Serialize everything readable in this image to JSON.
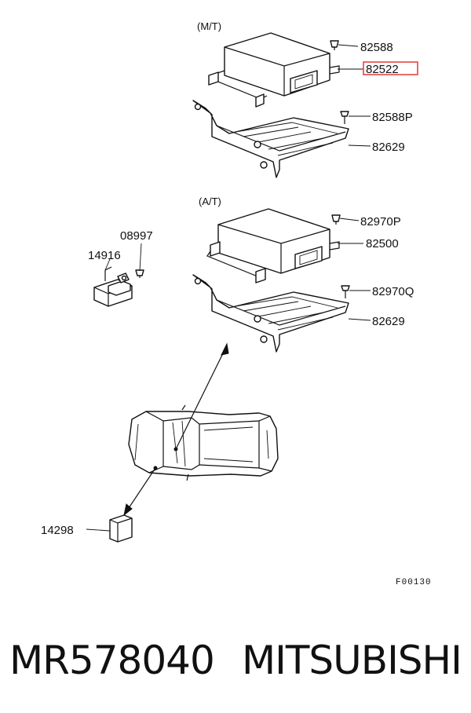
{
  "sections": {
    "manual": "(M/T)",
    "automatic": "(A/T)"
  },
  "callouts": {
    "mt_bolt": "82588",
    "mt_ecu": "82522",
    "mt_screw": "82588P",
    "mt_bracket": "82629",
    "at_bolt": "82970P",
    "at_ecu": "82500",
    "at_screw": "82970Q",
    "at_bracket": "82629",
    "relay_bolt": "08997",
    "relay": "14916",
    "small_relay": "14298"
  },
  "highlight_color": "#e53935",
  "figure_code": "F00130",
  "footer": {
    "part_number": "MR578040",
    "brand": "MITSUBISHI"
  }
}
